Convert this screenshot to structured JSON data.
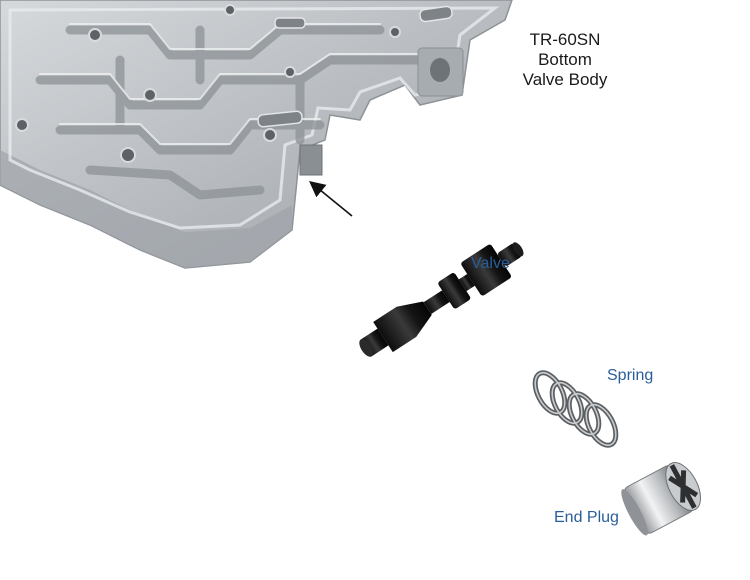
{
  "title": {
    "line1": "TR-60SN",
    "line2": "Bottom",
    "line3": "Valve Body"
  },
  "labels": {
    "valve": "Valve",
    "spring": "Spring",
    "end_plug": "End Plug"
  },
  "colors": {
    "label_blue": "#2a5e9a",
    "casting_gray": "#b8bcc0",
    "valve_black": "#1a1a1a"
  }
}
